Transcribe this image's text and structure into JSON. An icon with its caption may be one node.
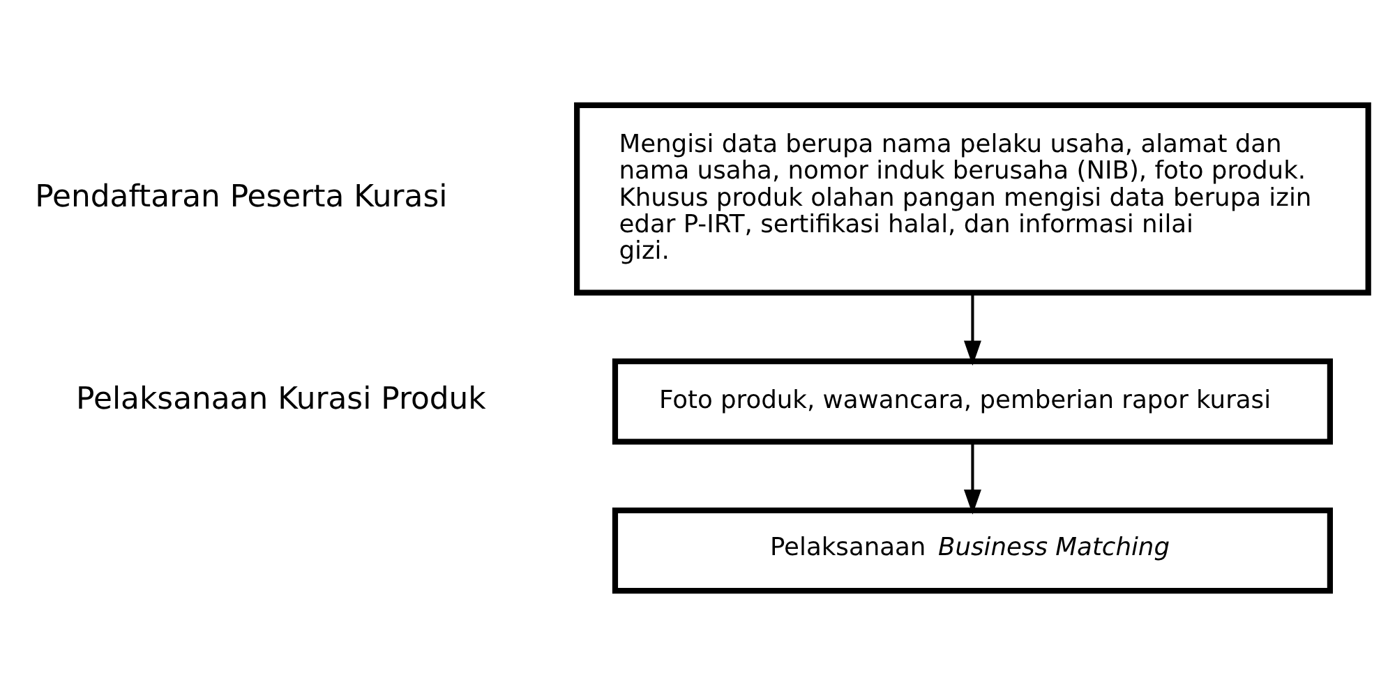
{
  "diagram": {
    "nodes": [
      {
        "text": [
          "Mengisi data berupa nama pelaku usaha, alamat dan nama usaha, nomor induk berusaha (NIB), foto produk. Khusus produk olahan pangan mengisi data berupa izin edar P-IRT, sertifikasi halal, dan informasi nilai gizi."
        ]
      },
      {
        "text": [
          "Foto produk, wawancara, pemberian rapor kurasi"
        ]
      },
      {
        "text": [
          "Pelaksanaan *Business Matching*"
        ]
      }
    ],
    "edges": [
      {
        "from": 0,
        "to": 1,
        "arrow": "to"
      },
      {
        "from": 1,
        "to": 2,
        "arrow": "to"
      }
    ],
    "labels": [
      "Pendaftaran Peserta Kurasi",
      "Pelaksanaan Kurasi Produk"
    ]
  }
}
